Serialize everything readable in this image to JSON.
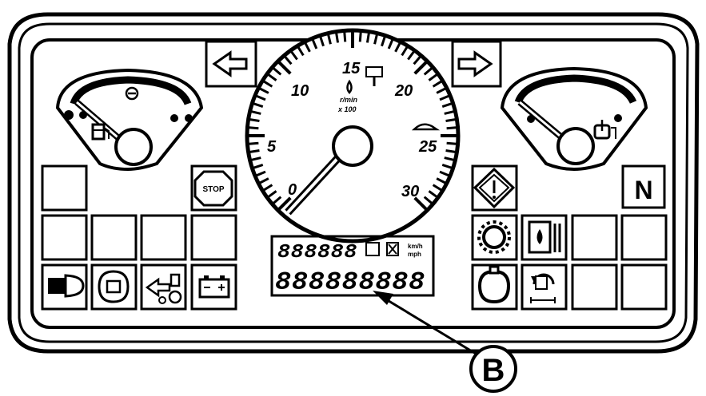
{
  "tachometer": {
    "scale_labels": [
      "0",
      "5",
      "10",
      "15",
      "20",
      "25",
      "30"
    ],
    "unit": "r/min",
    "multiplier": "x 100"
  },
  "display": {
    "top_segments": "888888",
    "bottom_segments": "888888888",
    "unit_top": "km/h",
    "unit_bottom": "mph"
  },
  "indicators": {
    "stop": "STOP",
    "neutral": "N"
  },
  "callout": {
    "label": "B"
  },
  "icons": [
    "turn-left-arrow-icon",
    "turn-right-arrow-icon",
    "fuel-pump-icon",
    "engine-coolant-icon",
    "stop-icon",
    "warning-diamond-icon",
    "neutral-icon",
    "headlight-icon",
    "air-filter-icon",
    "tractor-pto-icon",
    "battery-icon",
    "sun-gear-icon",
    "hydraulic-oil-icon",
    "engine-oil-icon",
    "auto-refresh-icon"
  ]
}
